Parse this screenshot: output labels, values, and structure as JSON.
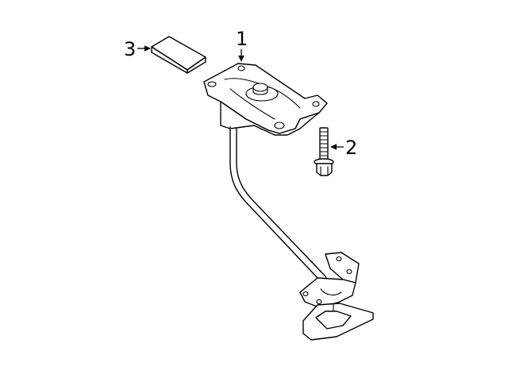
{
  "diagram": {
    "callouts": [
      {
        "id": "1",
        "label": "1"
      },
      {
        "id": "2",
        "label": "2"
      },
      {
        "id": "3",
        "label": "3"
      }
    ],
    "colors": {
      "line": "#000000",
      "fill": "#ffffff",
      "background": "#ffffff"
    }
  }
}
